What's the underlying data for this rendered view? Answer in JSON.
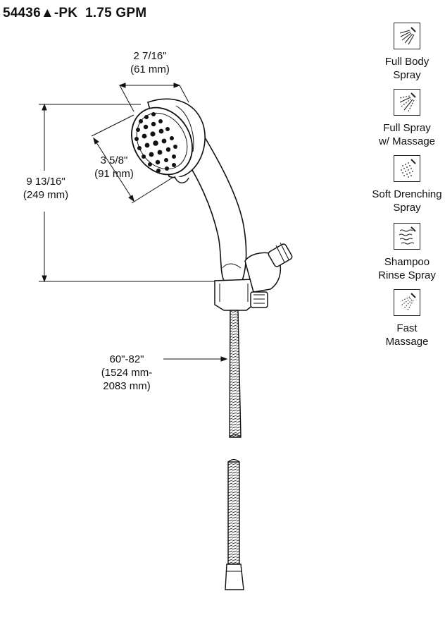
{
  "header": {
    "model": "54436",
    "symbol": "▲",
    "suffix": "-PK",
    "flow": "1.75 GPM"
  },
  "dimensions": {
    "width": {
      "imperial": "2 7/16\"",
      "metric": "(61 mm)"
    },
    "face": {
      "imperial": "3 5/8\"",
      "metric": "(91 mm)"
    },
    "height": {
      "imperial": "9 13/16\"",
      "metric": "(249 mm)"
    },
    "hose": {
      "imperial": "60\"-82\"",
      "metric_line1": "(1524 mm-",
      "metric_line2": "2083 mm)"
    }
  },
  "spray_modes": [
    {
      "line1": "Full Body",
      "line2": "Spray",
      "icon": "full-body-spray-icon"
    },
    {
      "line1": "Full Spray",
      "line2": "w/ Massage",
      "icon": "full-spray-massage-icon"
    },
    {
      "line1": "Soft Drenching",
      "line2": "Spray",
      "icon": "soft-drenching-spray-icon"
    },
    {
      "line1": "Shampoo",
      "line2": "Rinse Spray",
      "icon": "shampoo-rinse-spray-icon"
    },
    {
      "line1": "Fast",
      "line2": "Massage",
      "icon": "fast-massage-icon"
    }
  ]
}
